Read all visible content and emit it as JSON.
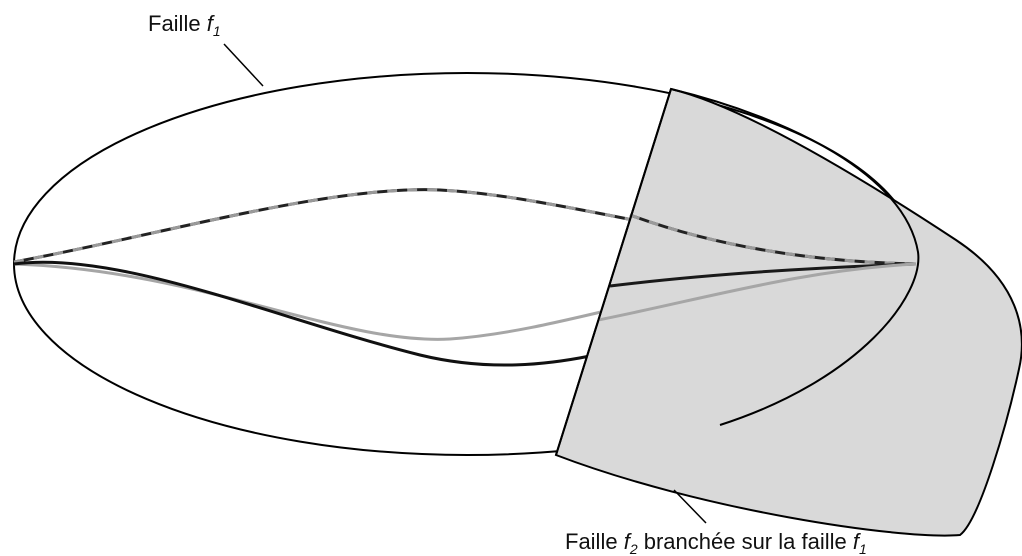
{
  "labels": {
    "fault_f1": {
      "prefix": "Faille ",
      "symbol": "f",
      "subscript": "1"
    },
    "fault_f2": {
      "prefix": "Faille ",
      "symbol": "f",
      "subscript": "2",
      "middle": " branchée sur la faille ",
      "symbol2": "f",
      "subscript2": "1"
    }
  },
  "colors": {
    "outline": "#000000",
    "fault_f2_fill": "#d9d9d9",
    "curve_dark": "#1a1a1a",
    "curve_light": "#a6a6a6",
    "dash_dark": "#222222",
    "dash_light": "#9a9a9a"
  }
}
